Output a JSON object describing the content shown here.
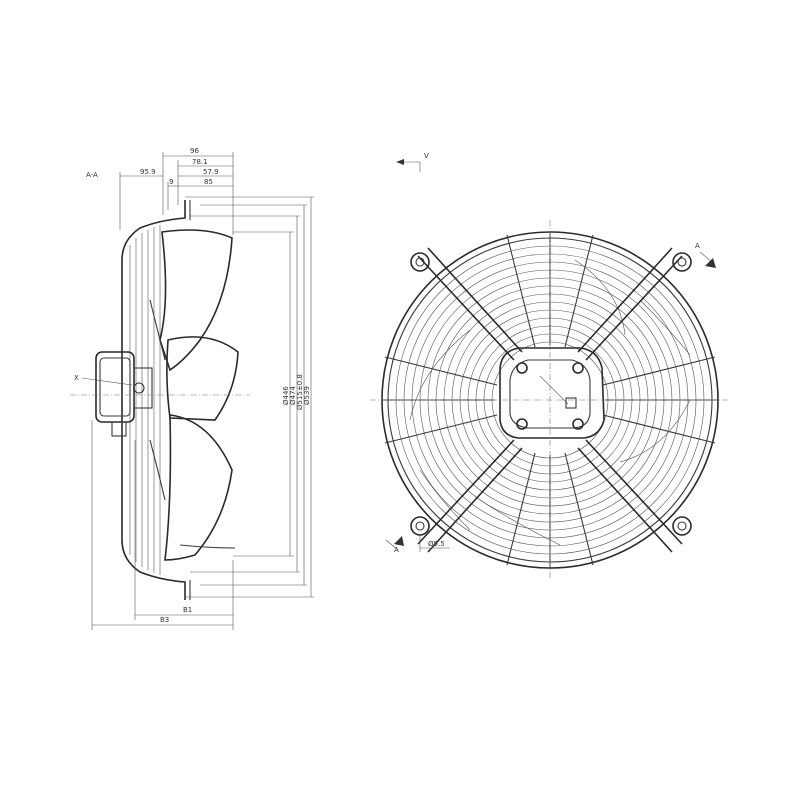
{
  "drawing": {
    "section_label": "A-A",
    "view_label": "V",
    "section_marker": "A",
    "detail_label": "X",
    "dims_top": [
      "96",
      "78.1",
      "95.9",
      "57.9",
      "9",
      "85"
    ],
    "dims_diameters": [
      "Ø446",
      "Ø474",
      "Ø515±0.8",
      "Ø539"
    ],
    "dims_bottom": [
      "B1",
      "B3"
    ],
    "hole_dim": "Ø9.5"
  }
}
